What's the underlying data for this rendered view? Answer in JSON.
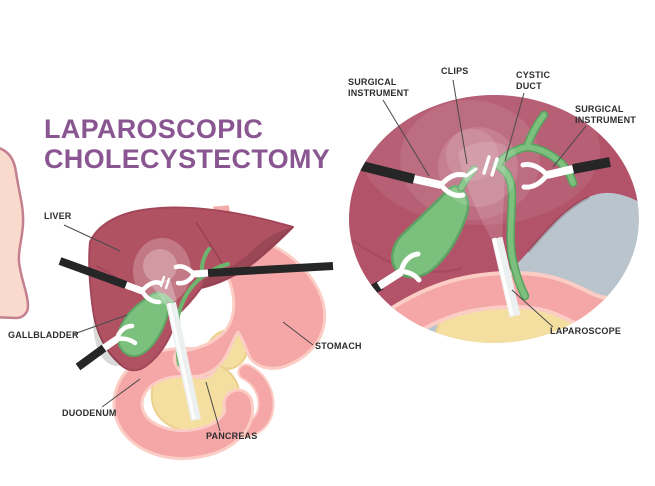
{
  "title": {
    "line1": "LAPAROSCOPIC",
    "line2": "CHOLECYSTECTOMY"
  },
  "main_view": {
    "labels": {
      "liver": "LIVER",
      "gallbladder": "GALLBLADDER",
      "stomach": "STOMACH",
      "duodenum": "DUODENUM",
      "pancreas": "PANCREAS"
    }
  },
  "inset_view": {
    "labels": {
      "surgical_instrument_left": "SURGICAL INSTRUMENT",
      "clips": "CLIPS",
      "cystic_duct": "CYSTIC DUCT",
      "surgical_instrument_right": "SURGICAL INSTRUMENT",
      "laparoscope": "LAPAROSCOPE"
    }
  },
  "colors": {
    "background": "#ffffff",
    "title_purple": "#8a5691",
    "label_text": "#2d2d2d",
    "leader_line": "#4a4a4a",
    "liver": "#b15263",
    "liver_inset": "#b2536a",
    "gallbladder_green": "#7cc07d",
    "duct_green": "#7dc07e",
    "duct_green_dark": "#58a05e",
    "organ_pink": "#f5a6a7",
    "organ_pink_light": "#fbcdc5",
    "esophagus_pink": "#f4aba8",
    "pancreas_yellow": "#f4dfa1",
    "pancreas_rim": "#ecd08e",
    "peritoneum_gray": "#b9c4cc",
    "instrument_black": "#262626",
    "instrument_white": "#ffffff",
    "laparoscope_gray": "#edf0f0",
    "skin": "#fadacd",
    "skin_outline": "#c5808f"
  }
}
